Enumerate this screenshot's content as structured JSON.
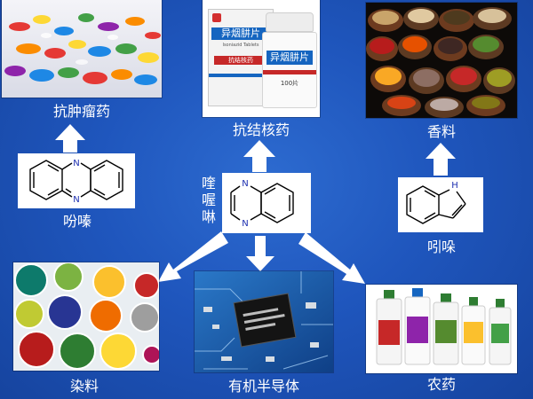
{
  "center": {
    "name_chars": [
      "喹",
      "喔",
      "啉"
    ],
    "atom_label": "N"
  },
  "nodes": {
    "antitumor": {
      "label": "抗肿瘤药"
    },
    "antituberculosis": {
      "label": "抗结核药",
      "product_name": "异烟肼片",
      "product_name_en": "Isoniazid Tablets",
      "product_note": "抗结核药",
      "product_count": "100片"
    },
    "fragrance": {
      "label": "香料"
    },
    "dye": {
      "label": "染料"
    },
    "semiconductor": {
      "label": "有机半导体"
    },
    "pesticide": {
      "label": "农药"
    }
  },
  "structures": {
    "phenazine": {
      "name": "吩嗪",
      "atom_label": "N"
    },
    "indole": {
      "name": "吲哚",
      "atom_label": "H"
    }
  },
  "colors": {
    "background": "#1f56bd",
    "arrow": "#ffffff",
    "text": "#ffffff",
    "bond": "#000000",
    "atom_n": "#1d2fb0"
  }
}
